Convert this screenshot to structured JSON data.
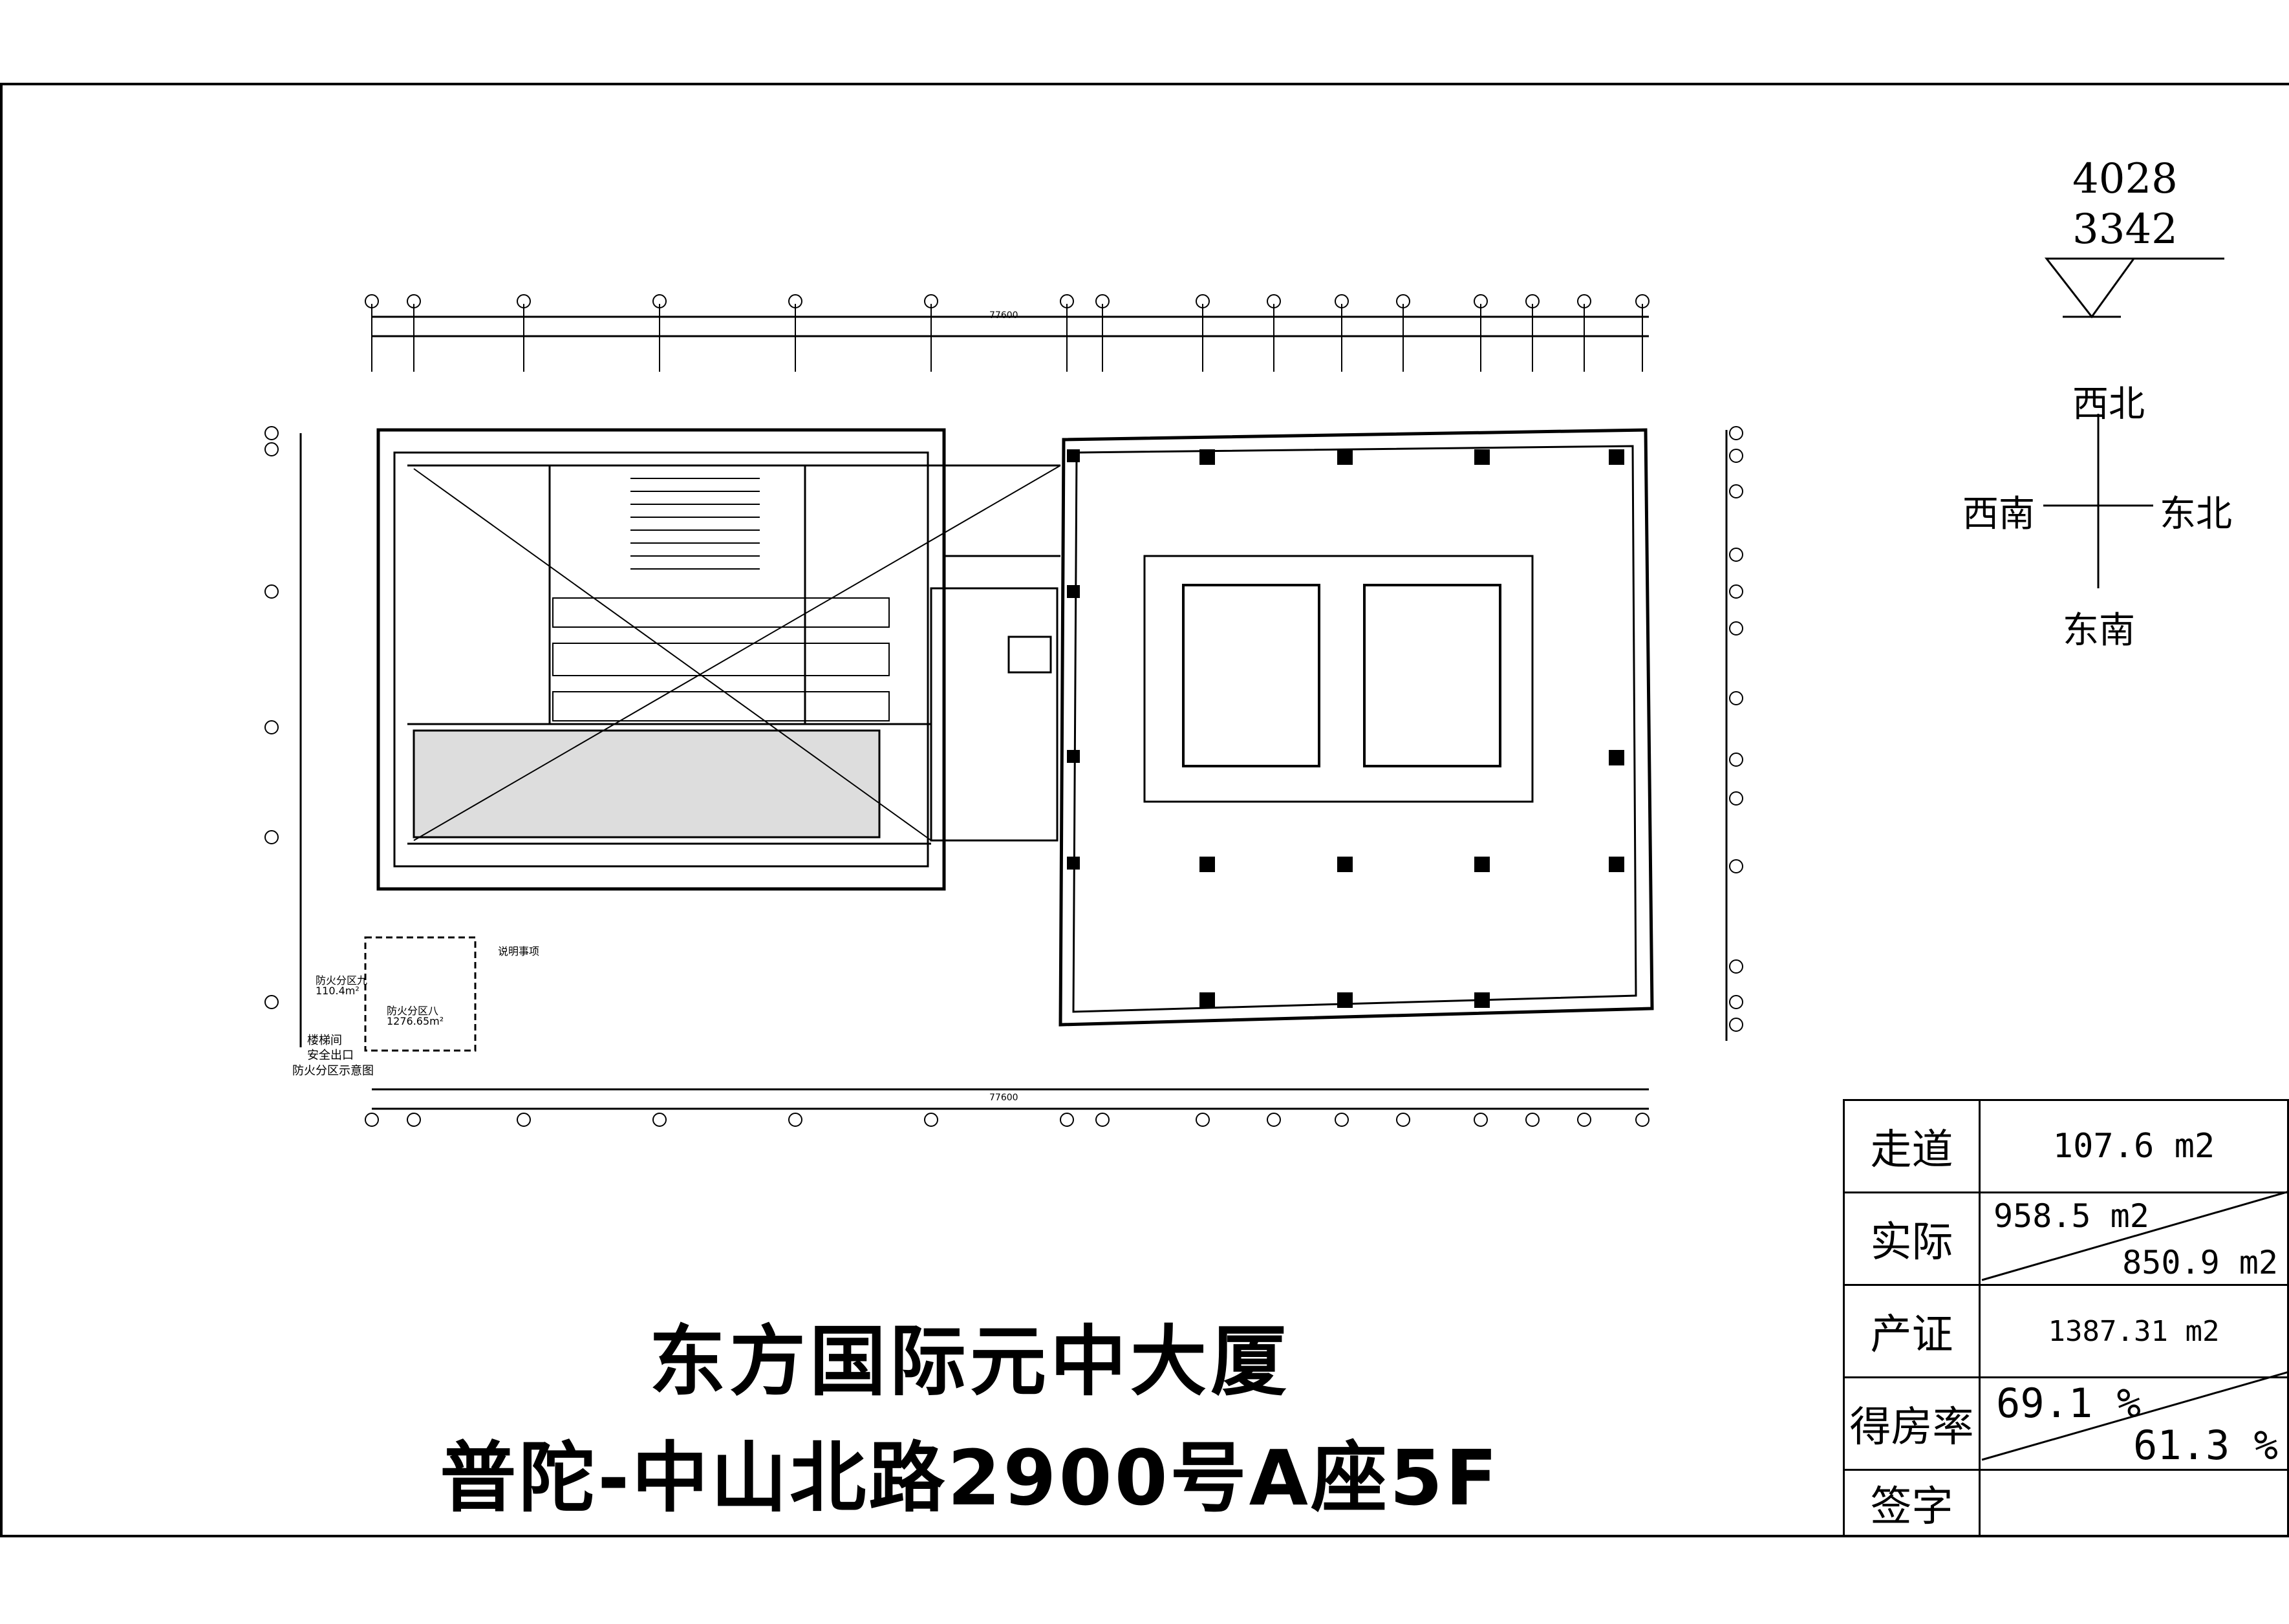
{
  "building": {
    "name": "东方国际元中大厦",
    "address": "普陀-中山北路2900号A座5F"
  },
  "benchmark": {
    "value_top": "4028",
    "value_bottom": "3342"
  },
  "orientation": {
    "north": "西北",
    "west": "西南",
    "east": "东北",
    "south": "东南"
  },
  "area_table": {
    "rows": [
      {
        "label": "走道",
        "value": "107.6 m2"
      },
      {
        "label": "实际",
        "value_a": "958.5 m2",
        "value_b": "850.9 m2"
      },
      {
        "label": "产证",
        "value": "1387.31 m2"
      },
      {
        "label": "得房率",
        "value_a": "69.1 %",
        "value_b": "61.3 %"
      },
      {
        "label": "签字",
        "value": ""
      }
    ]
  },
  "plan_notes": {
    "zone_a": "防火分区九",
    "zone_a_area": "110.4m²",
    "zone_b": "防火分区八",
    "zone_b_area": "1276.65m²",
    "legend_stair": "楼梯间",
    "legend_exit": "安全出口",
    "legend_caption": "防火分区示意图",
    "notes_title": "说明事项",
    "total_dim": "77600"
  },
  "colors": {
    "line": "#000000",
    "paper": "#ffffff"
  }
}
